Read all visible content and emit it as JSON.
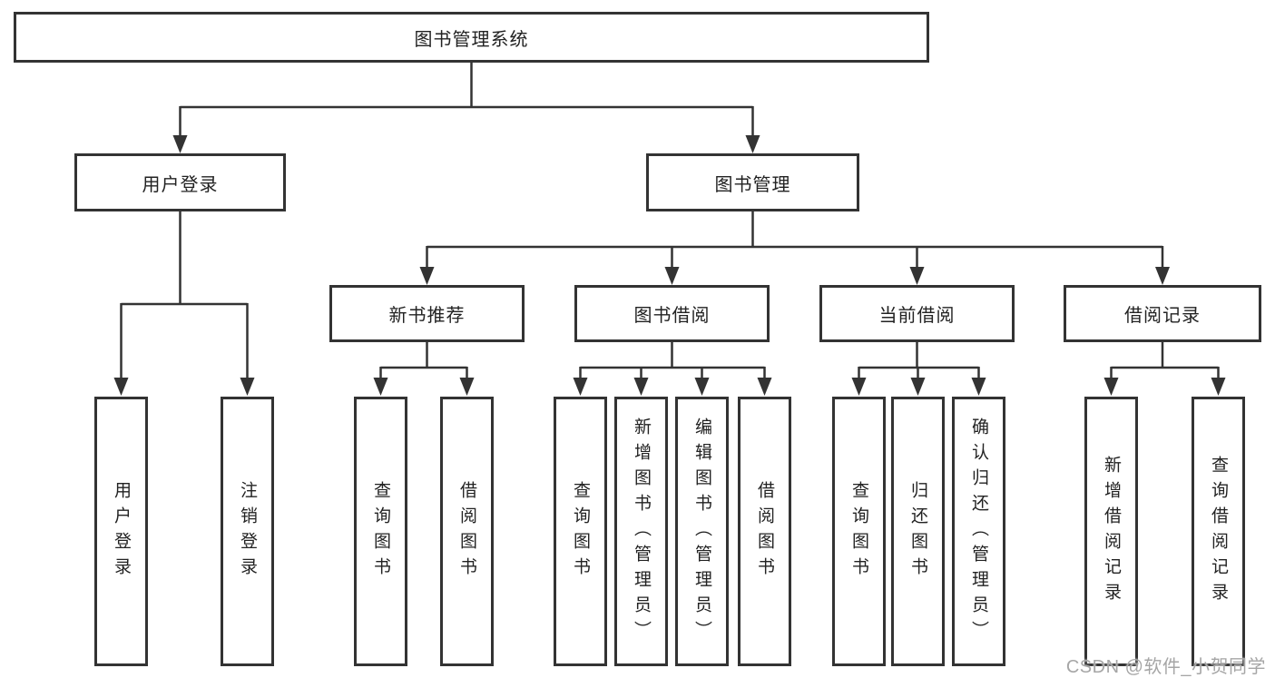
{
  "diagram": {
    "root": {
      "label": "图书管理系统"
    },
    "branches": [
      {
        "label": "用户登录",
        "children": [
          {
            "label": "用户登录"
          },
          {
            "label": "注销登录"
          }
        ]
      },
      {
        "label": "图书管理",
        "children": [
          {
            "label": "新书推荐",
            "children": [
              {
                "label": "查询图书"
              },
              {
                "label": "借阅图书"
              }
            ]
          },
          {
            "label": "图书借阅",
            "children": [
              {
                "label": "查询图书"
              },
              {
                "label": "新增图书（管理员）"
              },
              {
                "label": "编辑图书（管理员）"
              },
              {
                "label": "借阅图书"
              }
            ]
          },
          {
            "label": "当前借阅",
            "children": [
              {
                "label": "查询图书"
              },
              {
                "label": "归还图书"
              },
              {
                "label": "确认归还（管理员）"
              }
            ]
          },
          {
            "label": "借阅记录",
            "children": [
              {
                "label": "新增借阅记录"
              },
              {
                "label": "查询借阅记录"
              }
            ]
          }
        ]
      }
    ]
  },
  "watermark": {
    "text": "CSDN @软件_小贺同学"
  },
  "colors": {
    "line": "#333333",
    "box_border": "#333333",
    "text": "#222222",
    "background": "#ffffff",
    "watermark": "#a6a6a6"
  }
}
